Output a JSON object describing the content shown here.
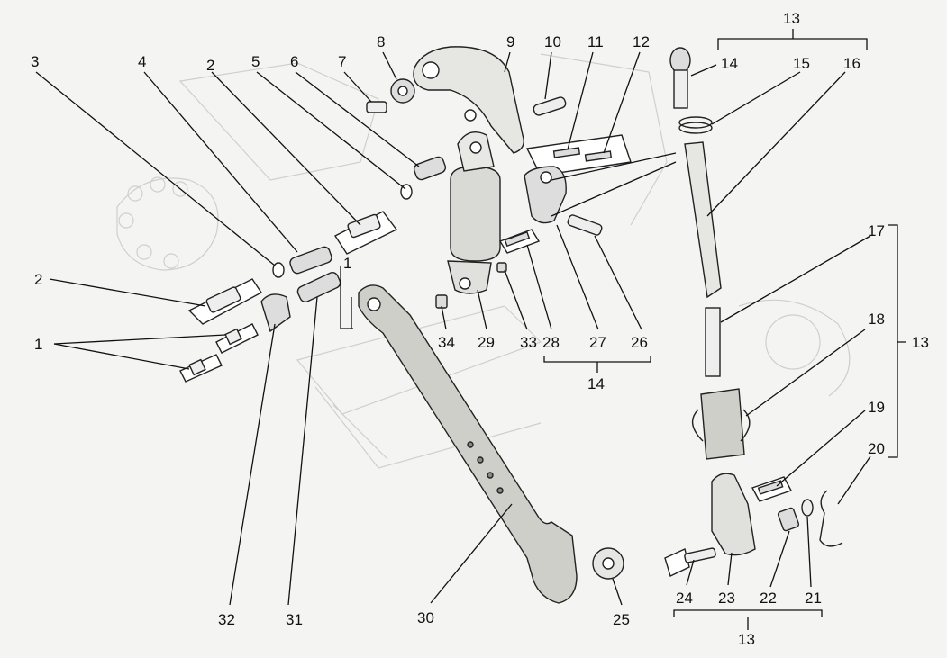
{
  "callouts": {
    "c1": "1",
    "c2a": "2",
    "c2b": "2",
    "c3": "3",
    "c4": "4",
    "c5": "5",
    "c6": "6",
    "c7": "7",
    "c8": "8",
    "c9": "9",
    "c10": "10",
    "c11": "11",
    "c12": "12",
    "c13top": "13",
    "c13right": "13",
    "c13bottom": "13",
    "c14a": "14",
    "c14b": "14",
    "c15": "15",
    "c16": "16",
    "c17": "17",
    "c18": "18",
    "c19": "19",
    "c20": "20",
    "c21": "21",
    "c22": "22",
    "c23": "23",
    "c24": "24",
    "c25": "25",
    "c26": "26",
    "c27": "27",
    "c28": "28",
    "c29": "29",
    "c30": "30",
    "c31": "31",
    "c32": "32",
    "c33": "33",
    "c34": "34",
    "c1b": "1"
  }
}
